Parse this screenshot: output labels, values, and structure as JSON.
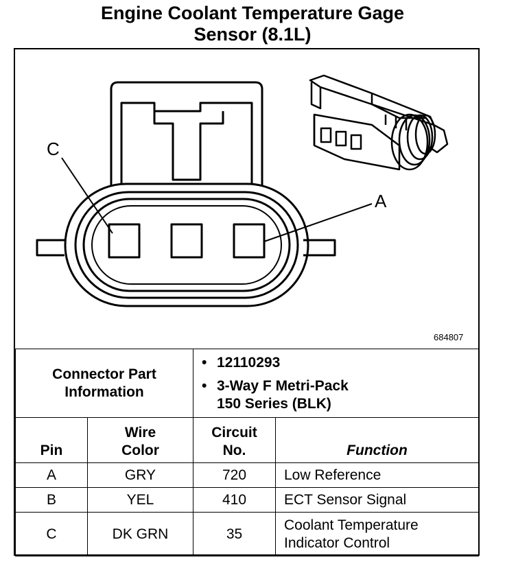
{
  "title_line1": "Engine Coolant Temperature Gage",
  "title_line2": "Sensor (8.1L)",
  "figure_id": "684807",
  "pin_labels": {
    "c": "C",
    "a": "A"
  },
  "connector_info": {
    "label_line1": "Connector Part",
    "label_line2": "Information",
    "items": [
      {
        "bullet": "•",
        "line1": "12110293",
        "line2": ""
      },
      {
        "bullet": "•",
        "line1": "3-Way F Metri-Pack",
        "line2": "150 Series (BLK)"
      }
    ]
  },
  "table": {
    "headers": {
      "pin": "Pin",
      "wire_line1": "Wire",
      "wire_line2": "Color",
      "circuit_line1": "Circuit",
      "circuit_line2": "No.",
      "function": "Function"
    },
    "rows": [
      {
        "pin": "A",
        "wire": "GRY",
        "circuit": "720",
        "function_line1": "Low Reference",
        "function_line2": ""
      },
      {
        "pin": "B",
        "wire": "YEL",
        "circuit": "410",
        "function_line1": "ECT Sensor Signal",
        "function_line2": ""
      },
      {
        "pin": "C",
        "wire": "DK GRN",
        "circuit": "35",
        "function_line1": "Coolant Temperature",
        "function_line2": "Indicator Control"
      }
    ]
  }
}
